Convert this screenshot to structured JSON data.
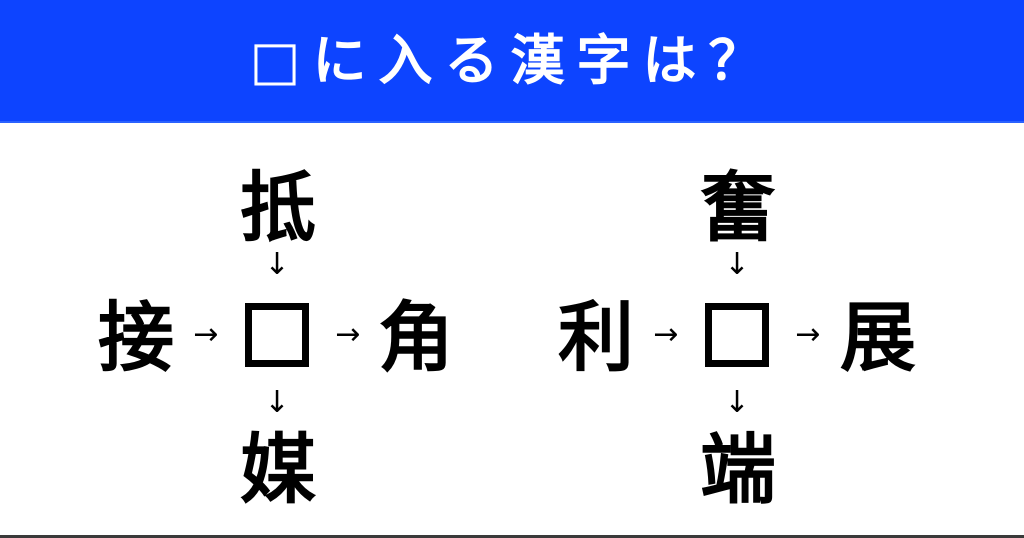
{
  "header": {
    "title": "□に入る漢字は？",
    "background_color": "#0d44ff"
  },
  "puzzles": [
    {
      "top": "抵",
      "left": "接",
      "right": "角",
      "bottom": "媒",
      "blank": "",
      "arrow_right": "→",
      "arrow_down": "↓"
    },
    {
      "top": "奮",
      "left": "利",
      "right": "展",
      "bottom": "端",
      "blank": "",
      "arrow_right": "→",
      "arrow_down": "↓"
    }
  ]
}
